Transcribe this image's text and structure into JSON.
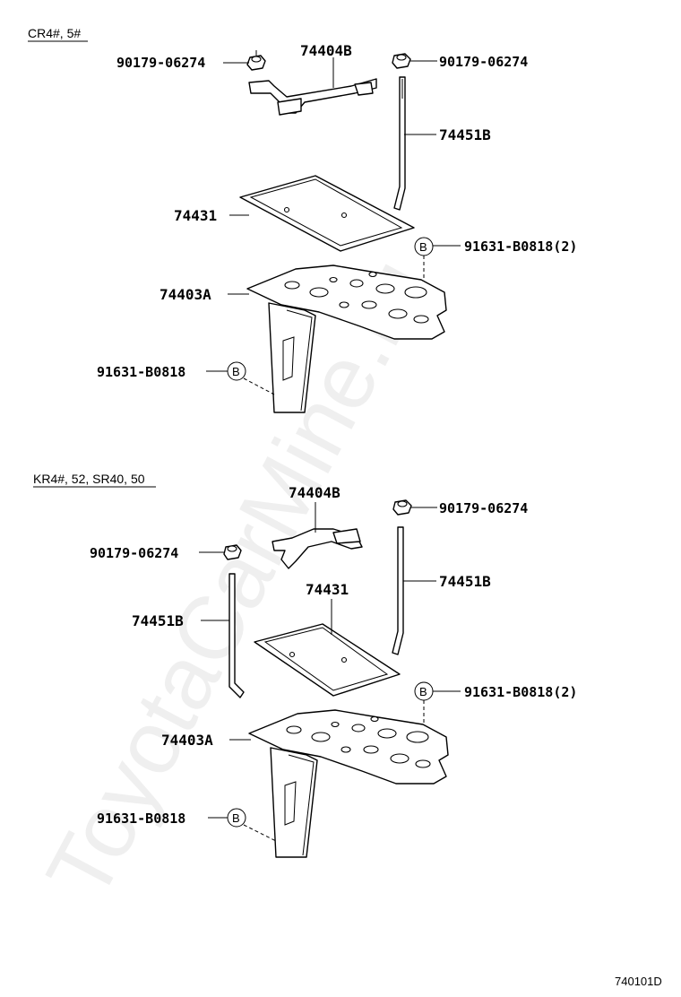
{
  "watermark": "ToyotaCarMine.ru",
  "figure_ref": "740101D",
  "sections": [
    {
      "header": "CR4#, 5#",
      "labels": {
        "nut_left": "90179-06274",
        "clamp": "74404B",
        "nut_right": "90179-06274",
        "rod_right": "74451B",
        "pad": "74431",
        "bolt_right": "91631-B0818(2)",
        "callout_right": "B",
        "carrier": "74403A",
        "bolt_left": "91631-B0818",
        "callout_left": "B"
      }
    },
    {
      "header": "KR4#, 52, SR40, 50",
      "labels": {
        "clamp": "74404B",
        "nut_right": "90179-06274",
        "nut_left": "90179-06274",
        "rod_right": "74451B",
        "pad": "74431",
        "rod_left": "74451B",
        "bolt_right": "91631-B0818(2)",
        "callout_right": "B",
        "carrier": "74403A",
        "bolt_left": "91631-B0818",
        "callout_left": "B"
      }
    }
  ]
}
